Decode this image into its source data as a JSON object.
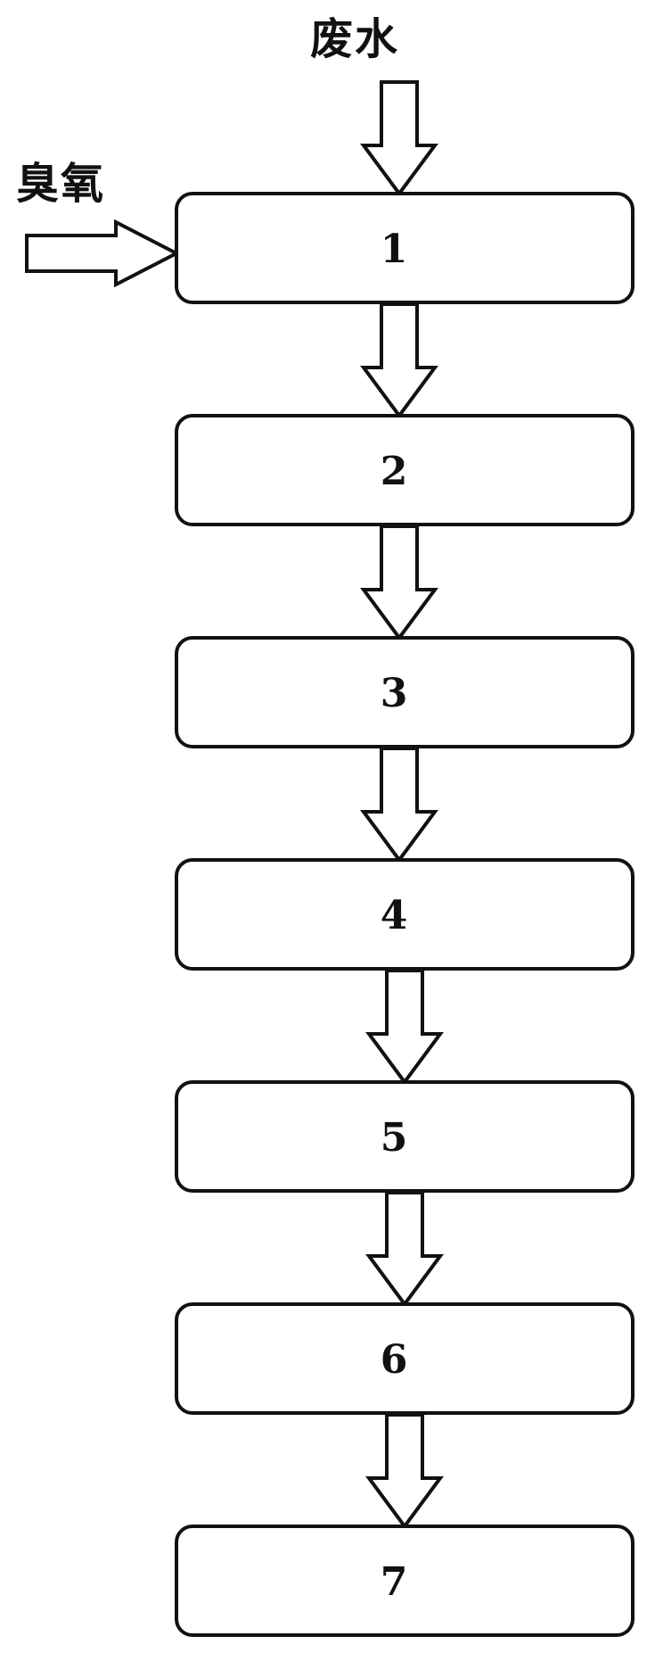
{
  "diagram": {
    "input_label": "废水",
    "side_input_label": "臭氧",
    "steps": [
      "1",
      "2",
      "3",
      "4",
      "5",
      "6",
      "7"
    ],
    "colors": {
      "stroke": "#111111",
      "fill": "#ffffff",
      "text": "#111111"
    }
  }
}
